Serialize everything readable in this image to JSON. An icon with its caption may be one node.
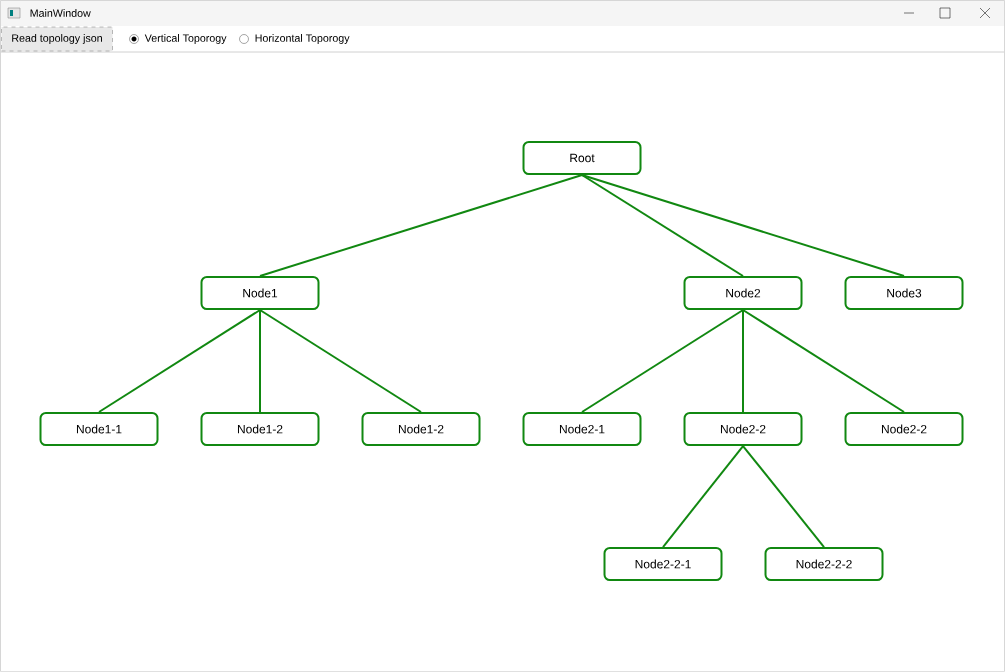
{
  "diagram": {
    "title": "MainWindow",
    "nodes": [
      {
        "text": [
          "Root"
        ]
      },
      {
        "text": [
          "Node1"
        ]
      },
      {
        "text": [
          "Node2"
        ]
      },
      {
        "text": [
          "Node3"
        ]
      },
      {
        "text": [
          "Node1-1"
        ]
      },
      {
        "text": [
          "Node1-2"
        ]
      },
      {
        "text": [
          "Node1-2"
        ]
      },
      {
        "text": [
          "Node2-1"
        ]
      },
      {
        "text": [
          "Node2-2"
        ]
      },
      {
        "text": [
          "Node2-2"
        ]
      },
      {
        "text": [
          "Node2-2-1"
        ]
      },
      {
        "text": [
          "Node2-2-2"
        ]
      }
    ],
    "edges": [
      {
        "from": 0,
        "to": 1,
        "arrow": "none"
      },
      {
        "from": 0,
        "to": 2,
        "arrow": "none"
      },
      {
        "from": 0,
        "to": 3,
        "arrow": "none"
      },
      {
        "from": 1,
        "to": 4,
        "arrow": "none"
      },
      {
        "from": 1,
        "to": 5,
        "arrow": "none"
      },
      {
        "from": 1,
        "to": 6,
        "arrow": "none"
      },
      {
        "from": 2,
        "to": 7,
        "arrow": "none"
      },
      {
        "from": 2,
        "to": 8,
        "arrow": "none"
      },
      {
        "from": 2,
        "to": 9,
        "arrow": "none"
      },
      {
        "from": 8,
        "to": 10,
        "arrow": "none"
      },
      {
        "from": 8,
        "to": 11,
        "arrow": "none"
      }
    ],
    "labels": [
      "Read topology json",
      "Vertical Toporogy",
      "Horizontal Toporogy"
    ]
  }
}
